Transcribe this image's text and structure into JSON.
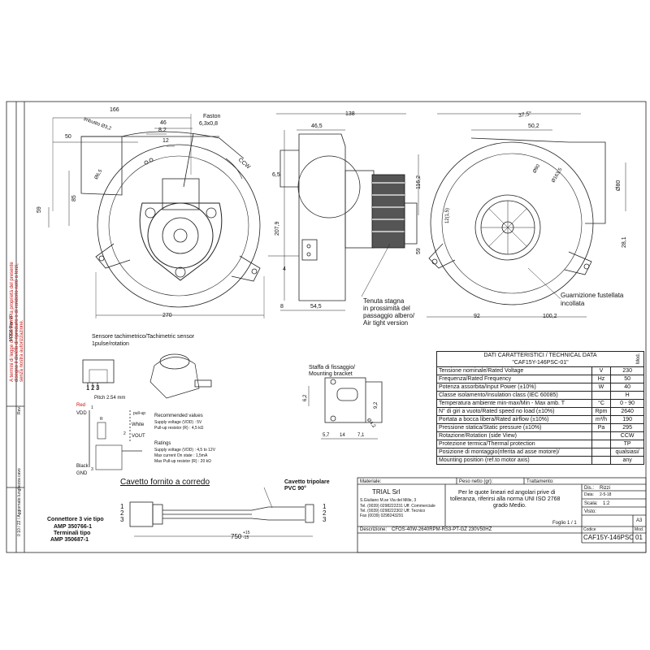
{
  "drawing": {
    "front_view": {
      "dims": [
        "166",
        "46",
        "50",
        "8,2",
        "12",
        "59",
        "85",
        "270"
      ],
      "faston_label": "Faston",
      "faston_size": "6,3x0,8",
      "inlet_label": "imbutito Ø3,2",
      "hole_label": "Ø6,5",
      "rotation_label": "CCW"
    },
    "side_view": {
      "dims": [
        "138",
        "46,5",
        "6,5",
        "207,9",
        "116,2",
        "4",
        "8",
        "54,5",
        "59"
      ],
      "note": [
        "Tenuta stagna",
        "in prossimità del",
        "passaggio albero/",
        "Air tight version"
      ]
    },
    "rear_view": {
      "dims": [
        "37,5°",
        "50,2",
        "Ø90",
        "Ø163,5",
        "Ø80",
        "12(1,5)",
        "28,1",
        "92",
        "100,2"
      ],
      "note": [
        "Guarnizione fustellata",
        "incollata"
      ]
    },
    "sensor": {
      "title": "Sensore tachimetrico/Tachimetric sensor",
      "subtitle": "1pulse/rotation",
      "pins": [
        "1",
        "2",
        "3"
      ],
      "pitch": "Pitch 2.54 mm",
      "labels": {
        "red": "Red",
        "vdd": "VDD",
        "white": "White",
        "vout": "VOUT",
        "black": "Black",
        "gnd": "GND",
        "pullup": "pull-up",
        "r": "R",
        "n1": "1",
        "n2": "2",
        "n3": "3"
      },
      "recommended_title": "Recommended values",
      "recommended": [
        "Supply voltage (VDD)   : 5V",
        "Pull-up resistor (R)      : 4,5 kΩ"
      ],
      "ratings_title": "Ratings",
      "ratings": [
        "Supply voltage (VDD) : 4,5 to 12V",
        "Max current On state  : 1,5mA",
        "Max Pull-up resistor (R) : 20 kΩ"
      ]
    },
    "bracket": {
      "title": "Staffa di fissaggio/",
      "subtitle": "Mounting bracket",
      "dims": [
        "6,2",
        "9,2",
        "5,7",
        "14",
        "7,1",
        "Ø4,2"
      ]
    },
    "cable": {
      "title": "Cavetto fornito a corredo",
      "tripolar_label": "Cavetto tripolare",
      "tripolar_spec": "PVC 90°",
      "connector": [
        "Connettore 3 vie tipo",
        "AMP 350766-1",
        "Terminali tipo",
        "AMP 350687-1"
      ],
      "pins_left": [
        "1",
        "2",
        "3"
      ],
      "pins_right": [
        "1",
        "2",
        "3"
      ],
      "length": "750",
      "tol_up": "+15",
      "tol_down": "-15"
    },
    "left_margin": {
      "copyright": "A termini di legge ci riserviamo la proprietà del presente disegno il divieto di riprodurlo o di renderlo noto a terzi, senza nostra autorizzazione.",
      "model_rev": "MOD6 Rev. 00",
      "date_code": "0 10 / 22 / Aggiornato lunghezza cavo",
      "rev_col": "Rev."
    }
  },
  "tech_table": {
    "title": "DATI CARATTERISTICI / TECHNICAL DATA",
    "subtitle": "\"CAF15Y-146PSC-01\"",
    "mod_label": "Mod.",
    "rows": [
      {
        "label": "Tensione  nominale/Rated Voltage",
        "unit": "V",
        "value": "230"
      },
      {
        "label": "Frequenza/Rated Frequency",
        "unit": "Hz",
        "value": "50"
      },
      {
        "label": "Potenza assorbita/Input Power (±10%)",
        "unit": "W",
        "value": "40"
      },
      {
        "label": "Classe isolamento/Insulation class (IEC 60085)",
        "unit": "",
        "value": "H"
      },
      {
        "label": "Temperatura ambiente min-max/Min - Max amb. T",
        "unit": "°C",
        "value": "0 - 90"
      },
      {
        "label": "N° di giri a vuoto/Rated speed no load (±10%)",
        "unit": "Rpm",
        "value": "2640"
      },
      {
        "label": "Portata a bocca libera/Rated airflow (±10%)",
        "unit": "m³/h",
        "value": "190"
      },
      {
        "label": "Pressione statica/Static pressure (±10%)",
        "unit": "Pa",
        "value": "295"
      },
      {
        "label": "Rotazione/Rotation (side View)",
        "unit": "",
        "value": "CCW"
      },
      {
        "label": "Protezione termica/Thermal protection",
        "unit": "",
        "value": "TP"
      },
      {
        "label": "Posizione di montaggio(riferita ad asse motore)/",
        "unit": "",
        "value": "qualsiasi/"
      },
      {
        "label": "Mounting position (ref.to motor axis)",
        "unit": "",
        "value": "any"
      }
    ]
  },
  "title_block": {
    "materiale": "Materiale:",
    "peso": "Peso netto (gr):",
    "trattamento": "Trattamento:",
    "company": "TRIAL Srl",
    "address": [
      "S.Giuliano M.se Via del Mille, 3",
      "Tel. (0039) 0298222231 Uff. Commerciale",
      "Tel. (0039) 0298222302 Uff. Tecnico",
      "Fax (0039) 0298243291"
    ],
    "note": [
      "Per le quote lineari ed angolari prive di",
      "tolleranza, riferirsi alla norma UNI ISO 2768",
      "grado Medio."
    ],
    "dis": "Dis.:",
    "dis_val": "Rizzi",
    "data": "Data:",
    "data_val": "2-5-18",
    "scala": "Scala:",
    "scala_val": "1:2",
    "visto": "Visto:",
    "format": "A3",
    "foglio": "Foglio 1 / 1",
    "descr_label": "Descrizione:",
    "descr": "CFOS-40W-2640RPM-RS3-PT-GZ 230V50HZ",
    "codice_label": "Codice",
    "codice": "CAF15Y-146PSC",
    "mod_label": "Mod.",
    "mod": "01"
  }
}
